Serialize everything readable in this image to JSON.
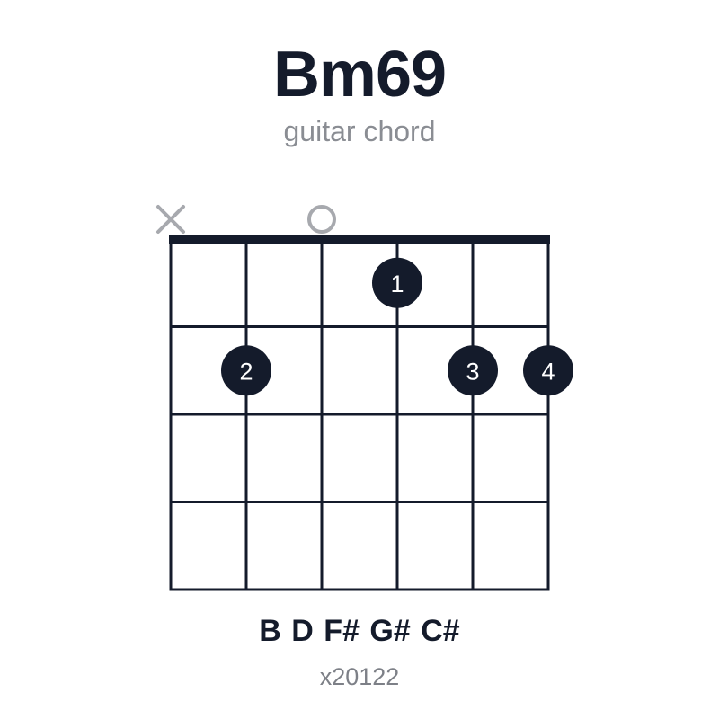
{
  "chord": {
    "name": "Bm69",
    "subtitle": "guitar chord",
    "notes": "B D F# G# C#",
    "fingering": "x20122"
  },
  "diagram": {
    "strings": 6,
    "frets": 4,
    "string_markers": [
      "x",
      "",
      "o",
      "",
      "",
      ""
    ],
    "dots": [
      {
        "string": 4,
        "fret": 1,
        "finger": "1"
      },
      {
        "string": 2,
        "fret": 2,
        "finger": "2"
      },
      {
        "string": 5,
        "fret": 2,
        "finger": "3"
      },
      {
        "string": 6,
        "fret": 2,
        "finger": "4"
      }
    ]
  },
  "colors": {
    "ink": "#141b2b",
    "muted": "#a7a9ae",
    "dot_text": "#ffffff"
  }
}
